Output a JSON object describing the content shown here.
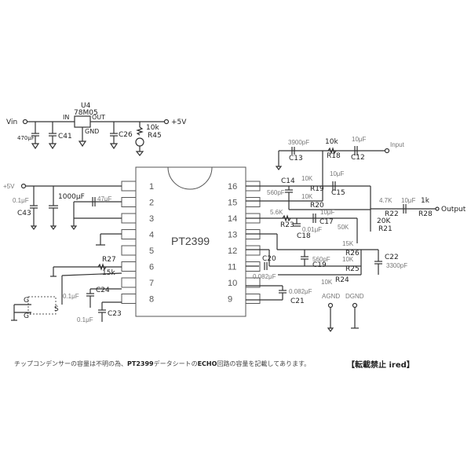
{
  "regulator": {
    "ref": "U4",
    "part": "78M05",
    "in_label": "IN",
    "out_label": "OUT",
    "gnd_label": "GND",
    "vin_label": "Vin",
    "vout_label": "+5V",
    "c_in_value": "470μF",
    "c_in_ref": "",
    "c41": "C41",
    "c26": "C26",
    "r45_value": "10k",
    "r45_ref": "R45"
  },
  "chip": {
    "name": "PT2399",
    "left_pins": [
      "1",
      "2",
      "3",
      "4",
      "5",
      "6",
      "7",
      "8"
    ],
    "right_pins": [
      "16",
      "15",
      "14",
      "13",
      "12",
      "11",
      "10",
      "9"
    ]
  },
  "supply": {
    "label": "+5V",
    "c43_value": "0.1μF",
    "c43_ref": "C43",
    "c_bulk_value": "1000μF",
    "c_pin2_value": "47μF"
  },
  "input_section": {
    "input_label": "Input",
    "c13_value": "3900pF",
    "c13_ref": "C13",
    "r18_value": "10k",
    "r18_ref": "R18",
    "c12_value": "10μF",
    "c12_ref": "C12"
  },
  "feedback": {
    "c14_ref": "C14",
    "c14_value": "560pF",
    "r19_value": "10K",
    "r19_ref": "R19",
    "c15_value": "10μF",
    "c15_ref": "C15",
    "r20_value": "10K",
    "r20_ref": "R20",
    "r23_value": "5.6K",
    "r23_ref": "R23",
    "c18_value": "0.01μF",
    "c18_ref": "C18",
    "c17_value": "10μF",
    "c17_ref": "C17",
    "pot_value": "50K",
    "r21_value": "20K",
    "r21_ref": "R21"
  },
  "output_section": {
    "r22_value": "4.7K",
    "r22_ref": "R22",
    "c_out_value": "10μF",
    "r28_value": "1k",
    "r28_ref": "R28",
    "output_label": "Output"
  },
  "filter": {
    "r26_value": "15K",
    "r26_ref": "R26",
    "c19_value": "560pF",
    "c19_ref": "C19",
    "r25_value": "10K",
    "r25_ref": "R25",
    "c22_ref": "C22",
    "c22_value": "3300pF",
    "c20_ref": "C20",
    "c20_value": "0.082μF",
    "r24_value": "10K",
    "r24_ref": "R24",
    "c21_value": "0.082μF",
    "c21_ref": "C21"
  },
  "grounds": {
    "agnd": "AGND",
    "dgnd": "DGND"
  },
  "clock": {
    "r27_ref": "R27",
    "r27_value": "15k",
    "c24_ref": "C24",
    "c24_value": "0.1μF",
    "c23_ref": "C23",
    "c23_value": "0.1μF",
    "g1": "G",
    "g2": "G'",
    "s": "S"
  },
  "note": {
    "part1": "チップコンデンサーの容量は不明の為、",
    "bold1": "PT2399",
    "part2": "データシートの",
    "bold2": "ECHO",
    "part3": "回路の容量を記載してあります。"
  },
  "copyright": "【転載禁止 ired】"
}
